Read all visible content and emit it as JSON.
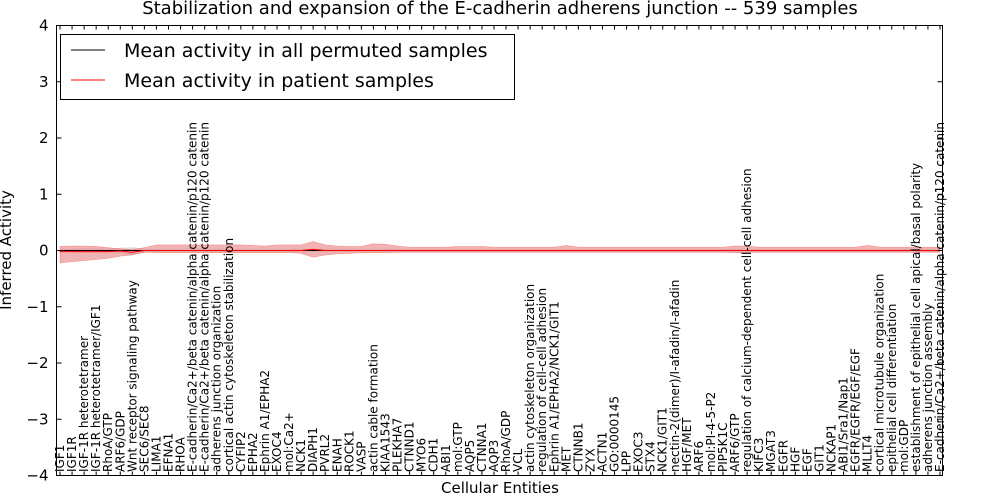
{
  "chart_data": {
    "type": "line",
    "title": "Stabilization and expansion of the E-cadherin adherens junction -- 539 samples",
    "xlabel": "Cellular Entities",
    "ylabel": "Inferred Activity",
    "ylim": [
      -4,
      4
    ],
    "yticks": [
      -4,
      -3,
      -2,
      -1,
      0,
      1,
      2,
      3,
      4
    ],
    "grid": false,
    "legend_position": "top-left",
    "categories": [
      "IGF1",
      "IGF1R",
      "IGF-1R heterotetramer",
      "IGF-1R heterotetramer/IGF1",
      "RhoA/GTP",
      "ARF6/GDP",
      "Wnt receptor signaling pathway",
      "SEC6/SEC8",
      "LIMA1",
      "EFNA1",
      "RHOA",
      "E-cadherin/Ca2+/beta catenin/alpha catenin/p120 catenin",
      "E-cadherin/Ca2+/beta catenin/alpha catenin/p120 catenin",
      "adherens junction organization",
      "cortical actin cytoskeleton stabilization",
      "CYFIP2",
      "EPHA2",
      "Ephrin A1/EPHA2",
      "EXOC4",
      "mol:Ca2+",
      "NCK1",
      "DIAPH1",
      "PVRL2",
      "ENAH",
      "ROCK1",
      "VASP",
      "actin cable formation",
      "KIAA1543",
      "PLEKHA7",
      "CTNND1",
      "MYO6",
      "CDH1",
      "ABI1",
      "mol:GTP",
      "AQP5",
      "CTNNA1",
      "AQP3",
      "RhoA/GDP",
      "VCL",
      "actin cytoskeleton organization",
      "regulation of cell-cell adhesion",
      "Ephrin A1/EPHA2/NCK1/GIT1",
      "MET",
      "CTNNB1",
      "ZYX",
      "ACTN1",
      "GO:0000145",
      "LPP",
      "EXOC3",
      "STX4",
      "NCK1/GIT1",
      "nectin-2(dimer)/I-afadin/I-afadin",
      "HGF/MET",
      "ARF6",
      "mol:PI-4-5-P2",
      "PIP5K1C",
      "ARF6/GTP",
      "regulation of calcium-dependent cell-cell adhesion",
      "KIFC3",
      "MGAT3",
      "EGFR",
      "HGF",
      "EGF",
      "GIT1",
      "NCKAP1",
      "ABI1/Sra1/Nap1",
      "EGFR/EGFR/EGF/EGF",
      "MLLT4",
      "cortical microtubule organization",
      "epithelial cell differentiation",
      "mol:GDP",
      "establishment of epithelial cell apical/basal polarity",
      "adherens junction assembly",
      "E-cadherin/Ca2+/beta catenin/alpha catenin/p120 catenin"
    ],
    "series": [
      {
        "name": "Mean activity in all permuted samples",
        "color": "#000000",
        "values": [
          0,
          0,
          0,
          0,
          0,
          0,
          0,
          0,
          0,
          0,
          0,
          0,
          0,
          0,
          0,
          0,
          0,
          0,
          0,
          0,
          0,
          0,
          0,
          0,
          0,
          0,
          0,
          0,
          0,
          0,
          0,
          0,
          0,
          0,
          0,
          0,
          0,
          0,
          0,
          0,
          0,
          0,
          0,
          0,
          0,
          0,
          0,
          0,
          0,
          0,
          0,
          0,
          0,
          0,
          0,
          0,
          0,
          0,
          0,
          0,
          0,
          0,
          0,
          0,
          0,
          0,
          0,
          0,
          0,
          0,
          0,
          0,
          0,
          0
        ],
        "band_lower": [
          -0.03,
          -0.03,
          -0.04,
          -0.04,
          -0.03,
          -0.05,
          -0.08,
          -0.03,
          -0.03,
          -0.03,
          -0.03,
          -0.03,
          -0.03,
          -0.03,
          -0.03,
          -0.03,
          -0.03,
          -0.03,
          -0.03,
          -0.03,
          -0.03,
          -0.03,
          -0.03,
          -0.03,
          -0.03,
          -0.03,
          -0.03,
          -0.03,
          -0.03,
          -0.03,
          -0.03,
          -0.03,
          -0.03,
          -0.03,
          -0.03,
          -0.03,
          -0.03,
          -0.03,
          -0.03,
          -0.03,
          -0.03,
          -0.03,
          -0.03,
          -0.03,
          -0.03,
          -0.03,
          -0.03,
          -0.03,
          -0.03,
          -0.03,
          -0.03,
          -0.03,
          -0.03,
          -0.03,
          -0.03,
          -0.03,
          -0.03,
          -0.03,
          -0.03,
          -0.03,
          -0.03,
          -0.03,
          -0.03,
          -0.03,
          -0.03,
          -0.03,
          -0.03,
          -0.03,
          -0.03,
          -0.03,
          -0.03,
          -0.03,
          -0.03,
          -0.03
        ],
        "band_upper": [
          0.03,
          0.03,
          0.04,
          0.04,
          0.03,
          0.05,
          0.06,
          0.03,
          0.03,
          0.03,
          0.03,
          0.03,
          0.03,
          0.03,
          0.03,
          0.03,
          0.03,
          0.03,
          0.03,
          0.03,
          0.03,
          0.03,
          0.03,
          0.03,
          0.03,
          0.03,
          0.03,
          0.03,
          0.03,
          0.03,
          0.03,
          0.03,
          0.03,
          0.03,
          0.03,
          0.03,
          0.03,
          0.03,
          0.03,
          0.03,
          0.03,
          0.03,
          0.03,
          0.03,
          0.03,
          0.03,
          0.03,
          0.03,
          0.03,
          0.03,
          0.03,
          0.03,
          0.03,
          0.03,
          0.03,
          0.03,
          0.03,
          0.03,
          0.03,
          0.03,
          0.03,
          0.03,
          0.03,
          0.03,
          0.03,
          0.03,
          0.03,
          0.03,
          0.03,
          0.03,
          0.03,
          0.03,
          0.03,
          0.03
        ]
      },
      {
        "name": "Mean activity in patient samples",
        "color": "#ff0000",
        "band_color": "#e88080",
        "values": [
          -0.02,
          -0.02,
          -0.02,
          -0.02,
          -0.02,
          -0.01,
          -0.03,
          0,
          0,
          0,
          0,
          0,
          0,
          0,
          0,
          0,
          0,
          0,
          0,
          0,
          0,
          0.02,
          0,
          0,
          0,
          0,
          0,
          0,
          0,
          0,
          0,
          0,
          0,
          0,
          0,
          0,
          0,
          0,
          0,
          0,
          0,
          0,
          0,
          0,
          0,
          0,
          0,
          0,
          0,
          0,
          0,
          0,
          0,
          0,
          0,
          0,
          0,
          0,
          0,
          0,
          0,
          0,
          0,
          0,
          0,
          0,
          0,
          0,
          0,
          0,
          0,
          0,
          0,
          0
        ],
        "band_lower": [
          -0.22,
          -0.2,
          -0.18,
          -0.16,
          -0.14,
          -0.1,
          -0.08,
          -0.03,
          -0.04,
          -0.04,
          -0.04,
          -0.04,
          -0.04,
          -0.04,
          -0.04,
          -0.04,
          -0.04,
          -0.04,
          -0.04,
          -0.04,
          -0.05,
          -0.12,
          -0.08,
          -0.06,
          -0.05,
          -0.04,
          -0.04,
          -0.04,
          -0.03,
          -0.03,
          -0.03,
          -0.03,
          -0.03,
          -0.03,
          -0.03,
          -0.03,
          -0.03,
          -0.03,
          -0.03,
          -0.03,
          -0.03,
          -0.03,
          -0.03,
          -0.03,
          -0.03,
          -0.03,
          -0.03,
          -0.03,
          -0.03,
          -0.03,
          -0.03,
          -0.03,
          -0.03,
          -0.03,
          -0.03,
          -0.03,
          -0.04,
          -0.04,
          -0.03,
          -0.03,
          -0.03,
          -0.03,
          -0.03,
          -0.03,
          -0.03,
          -0.03,
          -0.03,
          -0.03,
          -0.03,
          -0.03,
          -0.03,
          -0.03,
          -0.03,
          -0.03
        ],
        "band_upper": [
          0.07,
          0.08,
          0.08,
          0.07,
          0.05,
          0.03,
          0.02,
          0.05,
          0.1,
          0.1,
          0.1,
          0.1,
          0.1,
          0.1,
          0.1,
          0.1,
          0.09,
          0.08,
          0.1,
          0.1,
          0.1,
          0.16,
          0.1,
          0.08,
          0.07,
          0.07,
          0.12,
          0.11,
          0.08,
          0.06,
          0.06,
          0.06,
          0.06,
          0.07,
          0.07,
          0.07,
          0.06,
          0.06,
          0.06,
          0.06,
          0.06,
          0.06,
          0.09,
          0.06,
          0.06,
          0.06,
          0.06,
          0.06,
          0.06,
          0.06,
          0.06,
          0.06,
          0.06,
          0.06,
          0.06,
          0.06,
          0.08,
          0.08,
          0.06,
          0.06,
          0.06,
          0.06,
          0.06,
          0.06,
          0.06,
          0.06,
          0.06,
          0.09,
          0.06,
          0.06,
          0.06,
          0.06,
          0.06,
          0.06
        ]
      }
    ]
  }
}
